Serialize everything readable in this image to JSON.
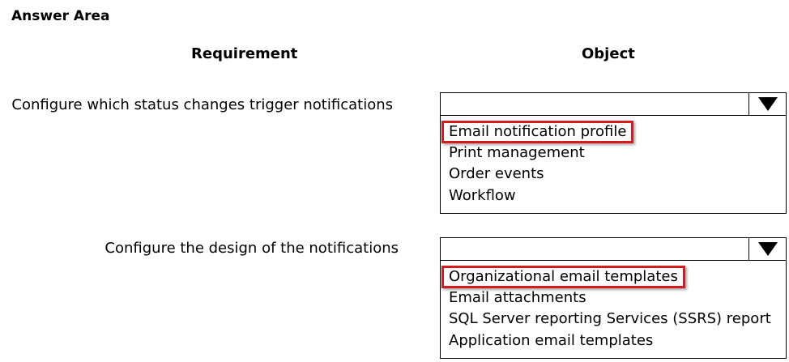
{
  "answer_area": {
    "title": "Answer Area"
  },
  "columns": {
    "requirement": "Requirement",
    "object": "Object"
  },
  "colors": {
    "selection_border": "#d71a1a"
  },
  "rows": [
    {
      "requirement": "Configure which status changes trigger notifications",
      "selected_value": "",
      "options": [
        {
          "label": "Email notification profile",
          "selected": true
        },
        {
          "label": "Print management",
          "selected": false
        },
        {
          "label": "Order events",
          "selected": false
        },
        {
          "label": "Workflow",
          "selected": false
        }
      ]
    },
    {
      "requirement": "Configure the design of the notifications",
      "selected_value": "",
      "options": [
        {
          "label": "Organizational email templates",
          "selected": true
        },
        {
          "label": "Email attachments",
          "selected": false
        },
        {
          "label": "SQL Server reporting Services (SSRS) report",
          "selected": false
        },
        {
          "label": "Application email templates",
          "selected": false
        }
      ]
    }
  ]
}
